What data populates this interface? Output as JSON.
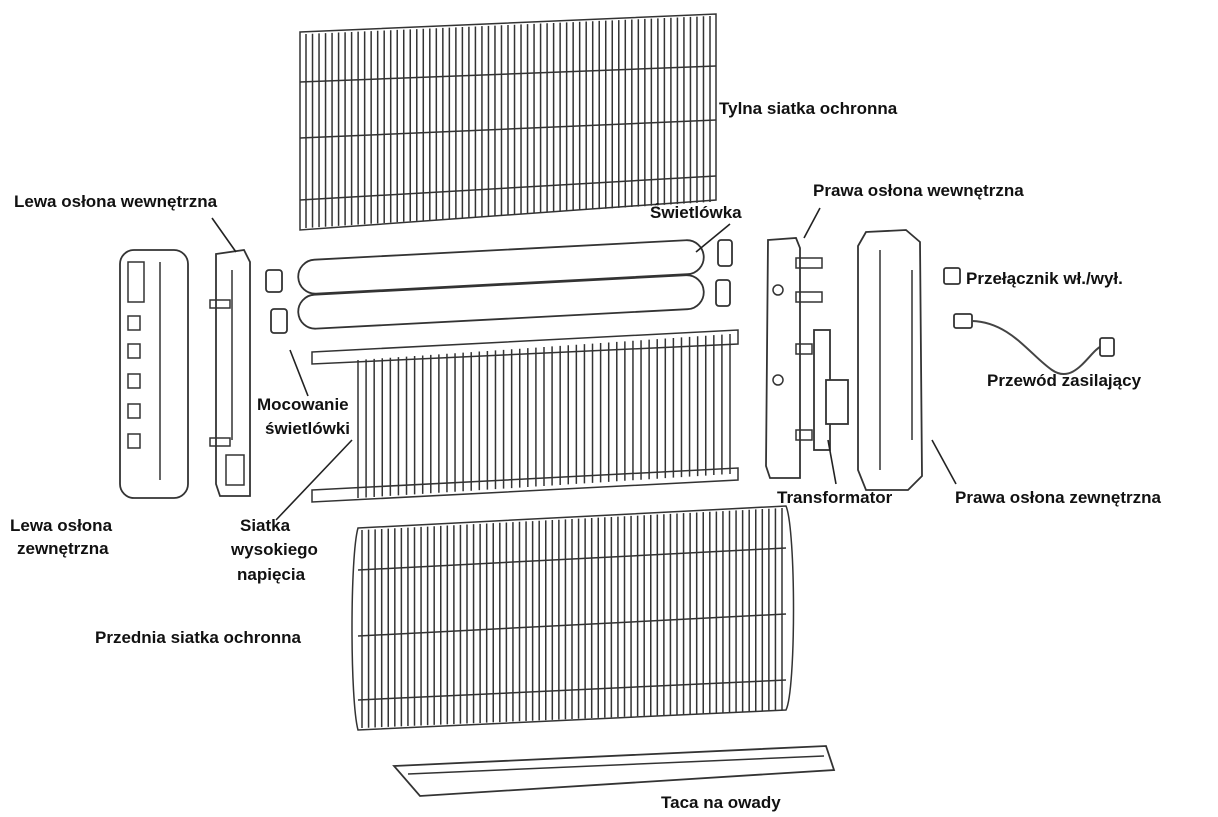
{
  "labels": {
    "rear_guard": "Tylna siatka ochronna",
    "left_inner_cover": "Lewa osłona wewnętrzna",
    "tube": "Świetlówka",
    "right_inner_cover": "Prawa osłona wewnętrzna",
    "switch": "Przełącznik wł./wył.",
    "power_cord": "Przewód zasilający",
    "tube_holder_line1": "Mocowanie",
    "tube_holder_line2": "świetlówki",
    "left_outer_cover_line1": "Lewa osłona",
    "left_outer_cover_line2": "zewnętrzna",
    "hv_grid_line1": "Siatka",
    "hv_grid_line2": "wysokiego",
    "hv_grid_line3": "napięcia",
    "transformer": "Transformator",
    "right_outer_cover": "Prawa osłona zewnętrzna",
    "front_guard": "Przednia siatka ochronna",
    "insect_tray": "Taca na owady"
  }
}
